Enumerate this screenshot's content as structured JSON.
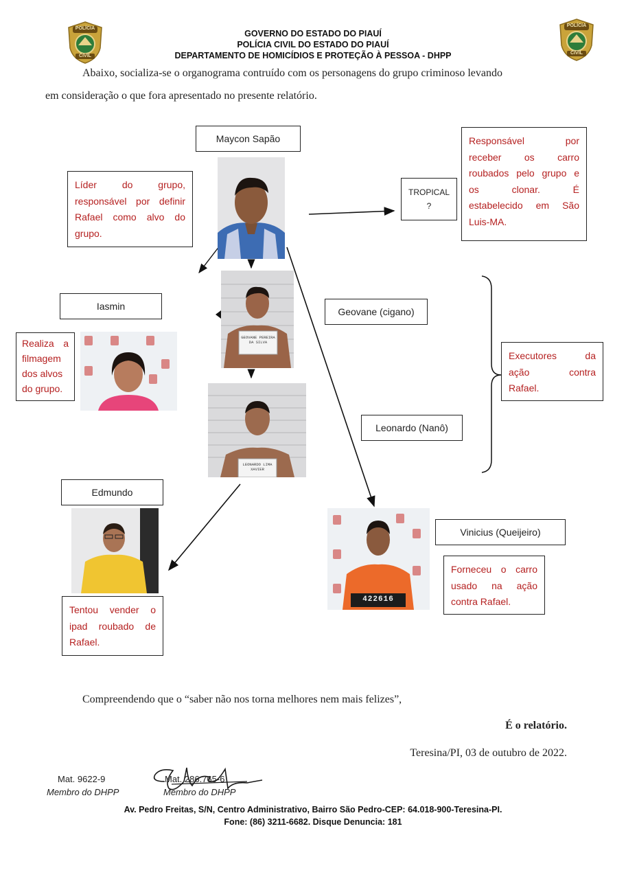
{
  "header": {
    "line1": "GOVERNO DO ESTADO DO PIAUÍ",
    "line2": "POLÍCIA CIVIL DO ESTADO DO PIAUÍ",
    "line3": "DEPARTAMENTO DE HOMICÍDIOS E PROTEÇÃO À PESSOA - DHPP",
    "badge_top": "POLÍCIA",
    "badge_bottom": "CIVIL"
  },
  "intro": {
    "line1": "Abaixo, socializa-se o organograma contruído com os personagens do grupo criminoso levando",
    "line2": "em consideração o que fora apresentado no presente relatório."
  },
  "chart": {
    "names": {
      "maycon": "Maycon Sapão",
      "iasmin": "Iasmin",
      "geovane": "Geovane (cigano)",
      "leonardo": "Leonardo (Nanô)",
      "edmundo": "Edmundo",
      "vinicius": "Vinicius (Queijeiro)",
      "tropical_name": "TROPICAL",
      "tropical_q": "?"
    },
    "notes": {
      "maycon": [
        "Líder do grupo,",
        "responsável por definir",
        "Rafael como alvo do",
        "grupo."
      ],
      "tropical": [
        "Responsável por",
        "receber os carro",
        "roubados pelo grupo e",
        "os clonar. É",
        "estabelecido em São",
        "Luis-MA."
      ],
      "iasmin": [
        "Realiza a",
        "filmagem",
        "dos alvos",
        "do grupo."
      ],
      "executores": [
        "Executores da",
        "ação contra",
        "Rafael."
      ],
      "vinicius": [
        "Forneceu o carro",
        "usado na ação",
        "contra Rafael."
      ],
      "edmundo": [
        "Tentou vender o",
        "ipad roubado de",
        "Rafael."
      ]
    },
    "placards": {
      "geovane": [
        "GEOVANE PEREIRA",
        "DA SILVA"
      ],
      "leonardo": [
        "LEONARDO LIMA",
        "XAVIER"
      ],
      "vinicius": "422616"
    }
  },
  "closing": {
    "quote": "Compreendendo que o “saber não nos torna melhores nem mais felizes”,",
    "report": "É o relatório.",
    "date": "Teresina/PI, 03 de outubro de 2022."
  },
  "signatures": {
    "mat1": "Mat. 9622-9",
    "role1": "Membro do DHPP",
    "mat2": "Mat. 286.765-6",
    "role2": "Membro do DHPP"
  },
  "footer": {
    "address": "Av. Pedro Freitas, S/N, Centro Administrativo, Bairro São Pedro-CEP: 64.018-900-Teresina-PI.",
    "phone": "Fone: (86) 3211-6682. Disque Denuncia: 181"
  },
  "colors": {
    "note_text": "#b52020",
    "badge_gold": "#c9a33a",
    "badge_green": "#2e7d3a"
  }
}
